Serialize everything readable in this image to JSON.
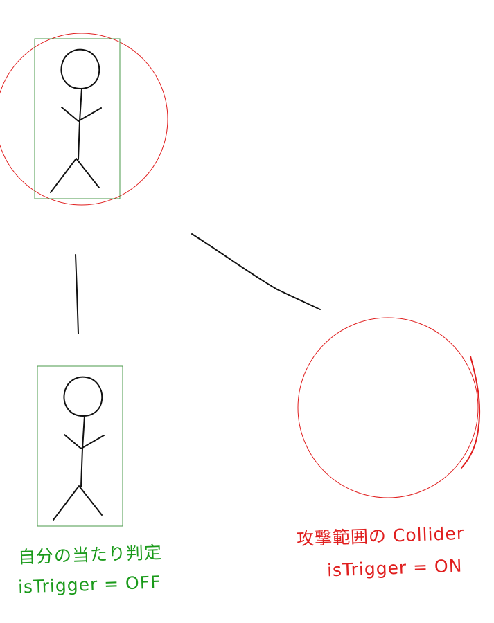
{
  "colors": {
    "ink": "#111111",
    "collider_box": "#4a9a4a",
    "attack_range": "#e01e1e",
    "green_text": "#1a9a1a",
    "red_text": "#e01e1e"
  },
  "labels": {
    "self_hitbox_line1": "自分の当たり判定",
    "self_hitbox_line2": "isTrigger = OFF",
    "attack_line1": "攻撃範囲の Collider",
    "attack_line2": "isTrigger = ON"
  }
}
